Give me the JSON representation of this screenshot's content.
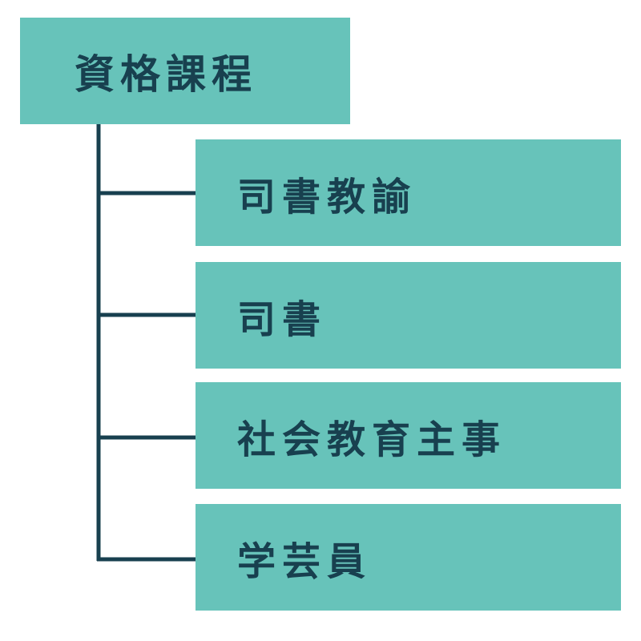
{
  "colors": {
    "box_fill": "#67c3ba",
    "text": "#18404f",
    "connector": "#18404f",
    "background": "#ffffff"
  },
  "root": {
    "label": "資格課程"
  },
  "children": [
    {
      "label": "司書教諭"
    },
    {
      "label": "司書"
    },
    {
      "label": "社会教育主事"
    },
    {
      "label": "学芸員"
    }
  ]
}
